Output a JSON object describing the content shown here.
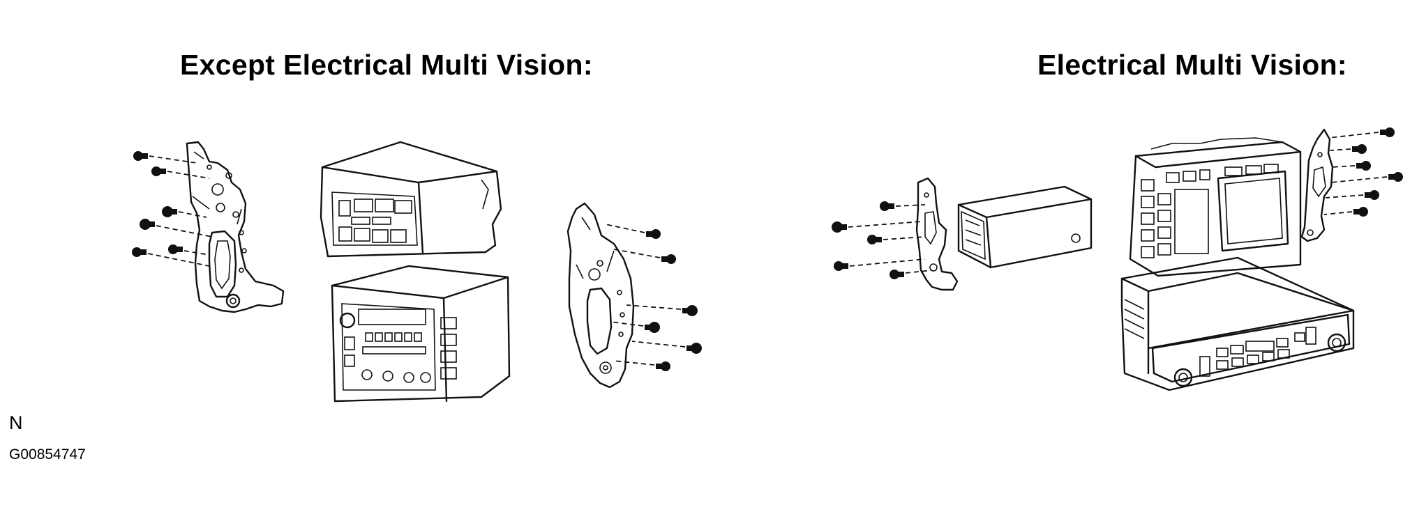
{
  "headings": {
    "left": "Except Electrical Multi Vision:",
    "right": "Electrical Multi Vision:"
  },
  "codes": {
    "n": "N",
    "g": "G00854747"
  }
}
